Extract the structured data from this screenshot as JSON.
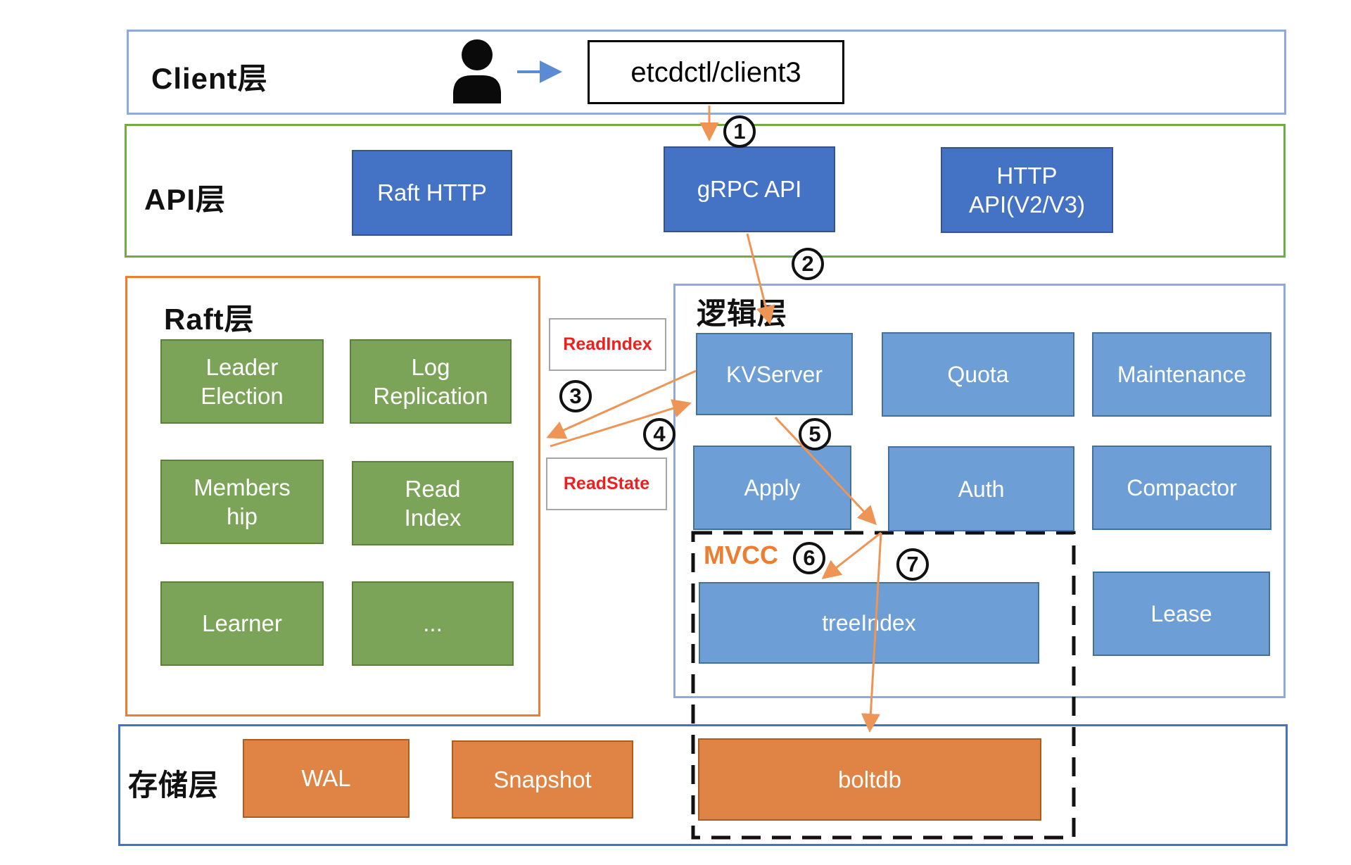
{
  "client_layer": {
    "label": "Client层",
    "client_box": "etcdctl/client3"
  },
  "api_layer": {
    "label": "API层",
    "boxes": {
      "raft_http": "Raft HTTP",
      "grpc_api": "gRPC API",
      "http_api": "HTTP\nAPI(V2/V3)"
    }
  },
  "raft_layer": {
    "label": "Raft层",
    "boxes": {
      "leader_election": "Leader\nElection",
      "log_replication": "Log\nReplication",
      "membership": "Members\nhip",
      "read_index": "Read\nIndex",
      "learner": "Learner",
      "more": "..."
    }
  },
  "logic_layer": {
    "label": "逻辑层",
    "mvcc_label": "MVCC",
    "boxes": {
      "kvserver": "KVServer",
      "quota": "Quota",
      "maintenance": "Maintenance",
      "apply": "Apply",
      "auth": "Auth",
      "compactor": "Compactor",
      "tree_index": "treeIndex",
      "lease": "Lease"
    }
  },
  "storage_layer": {
    "label": "存储层",
    "boxes": {
      "wal": "WAL",
      "snapshot": "Snapshot",
      "boltdb": "boltdb"
    }
  },
  "flow_labels": {
    "read_index": "ReadIndex",
    "read_state": "ReadState"
  },
  "step_circles": [
    "1",
    "2",
    "3",
    "4",
    "5",
    "6",
    "7"
  ],
  "colors": {
    "layer_border_light_blue": "#8FAADC",
    "layer_border_green": "#70AD47",
    "layer_border_orange": "#ED7D31",
    "layer_border_blue": "#4472C4",
    "box_blue_dark": "#4472C4",
    "box_blue_mid": "#6D9ED6",
    "box_green": "#7CA458",
    "box_orange": "#DF8444",
    "arrow_orange": "#EE9455",
    "arrow_blue": "#5B8BD5",
    "red_text": "#EE1F1F",
    "mvcc_orange": "#ED7D31"
  }
}
